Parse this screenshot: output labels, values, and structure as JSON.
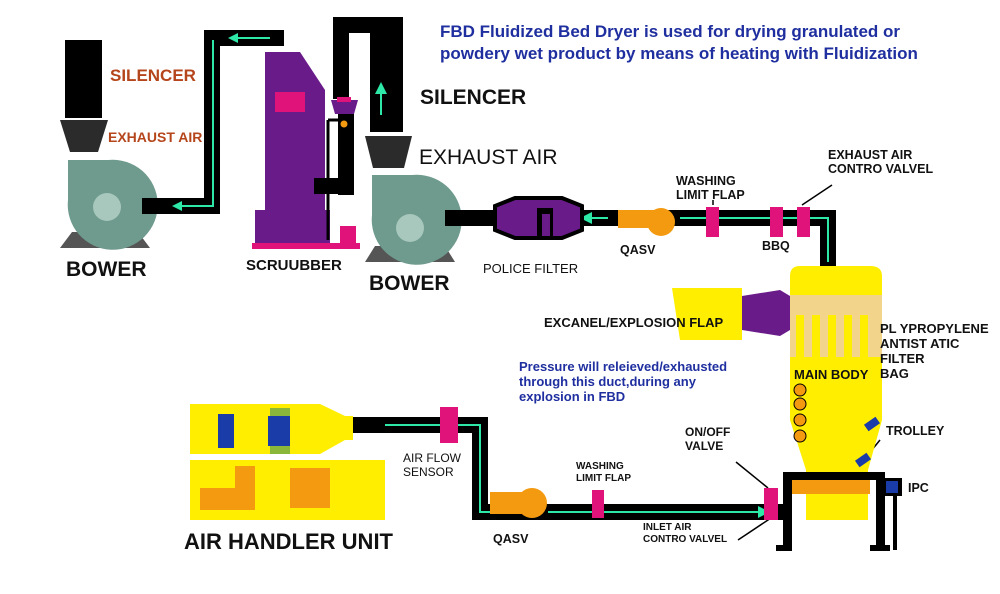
{
  "header": {
    "line1": "FBD Fluidized Bed Dryer is used for drying granulated or",
    "line2": "powdery wet product by means of heating with Fluidization"
  },
  "labels": {
    "silencer_left": "SILENCER",
    "exhaust_air_left": "EXHAUST AIR",
    "bower_left": "BOWER",
    "scrubber": "SCRUUBBER",
    "silencer_right": "SILENCER",
    "exhaust_air_right": "EXHAUST AIR",
    "bower_right": "BOWER",
    "police_filter": "POLICE FILTER",
    "qasv_top": "QASV",
    "washing_limit_flap_top": "WASHING\nLIMIT FLAP",
    "bbq": "BBQ",
    "exhaust_air_control": "EXHAUST AIR\nCONTRO VALVEL",
    "explosion_flap": "EXCANEL/EXPLOSION FLAP",
    "filter_bag": "PL YPROPYLENE\nANTIST ATIC\nFILTER\nBAG",
    "main_body": "MAIN BODY",
    "pressure_note": "Pressure will releieved/exhausted\nthrough this duct,during any\nexplosion in FBD",
    "trolley": "TROLLEY",
    "ipc": "IPC",
    "on_off_valve": "ON/OFF\nVALVE",
    "air_flow_sensor": "AIR FLOW\nSENSOR",
    "washing_limit_flap_bottom": "WASHING\nLIMIT FLAP",
    "qasv_bottom": "QASV",
    "inlet_air_control": "INLET AIR\nCONTRO VALVEL",
    "air_handler_unit": "AIR HANDLER UNIT"
  },
  "colors": {
    "duct": "#000000",
    "flow_arrow": "#2ee8a8",
    "blower": "#6f9a8e",
    "silencer_cone": "#2b2b2b",
    "scrubber": "#6a1b8a",
    "valve": "#e0137a",
    "qasv": "#f39a10",
    "yellow": "#ffee00",
    "filter_bag": "#f2d58a",
    "heater_blue": "#1a3ca8",
    "heater_orange": "#f39a10",
    "title_navy": "#1f2f9f",
    "silencer_brown": "#b5451b"
  }
}
